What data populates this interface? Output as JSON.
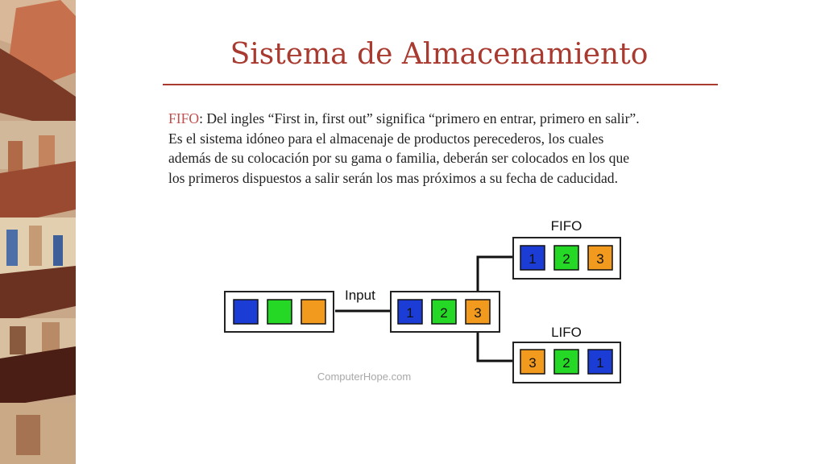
{
  "slide": {
    "title": "Sistema de Almacenamiento",
    "term": "FIFO",
    "definition_lines": [
      ": Del ingles “First in, first out” significa “primero en entrar, primero en salir”.",
      "Es el sistema idóneo para el almacenaje de productos perecederos, los cuales",
      "además de su colocación por su gama o familia, deberán ser colocados en los que",
      "los primeros dispuestos a salir serán los mas próximos a su fecha de caducidad."
    ]
  },
  "diagram": {
    "input_label": "Input",
    "center_items": [
      "1",
      "2",
      "3"
    ],
    "fifo": {
      "label": "FIFO",
      "items": [
        "1",
        "2",
        "3"
      ]
    },
    "lifo": {
      "label": "LIFO",
      "items": [
        "3",
        "2",
        "1"
      ]
    },
    "credit": "ComputerHope.com",
    "colors": {
      "blue": "#1c3cd6",
      "green": "#26d826",
      "orange": "#f29a1e",
      "border": "#1a1a1a"
    }
  },
  "background_colors": {
    "accent_red": "#a83a30",
    "stripe_warm": "#c49a72",
    "stripe_dark": "#5b2a1c"
  }
}
